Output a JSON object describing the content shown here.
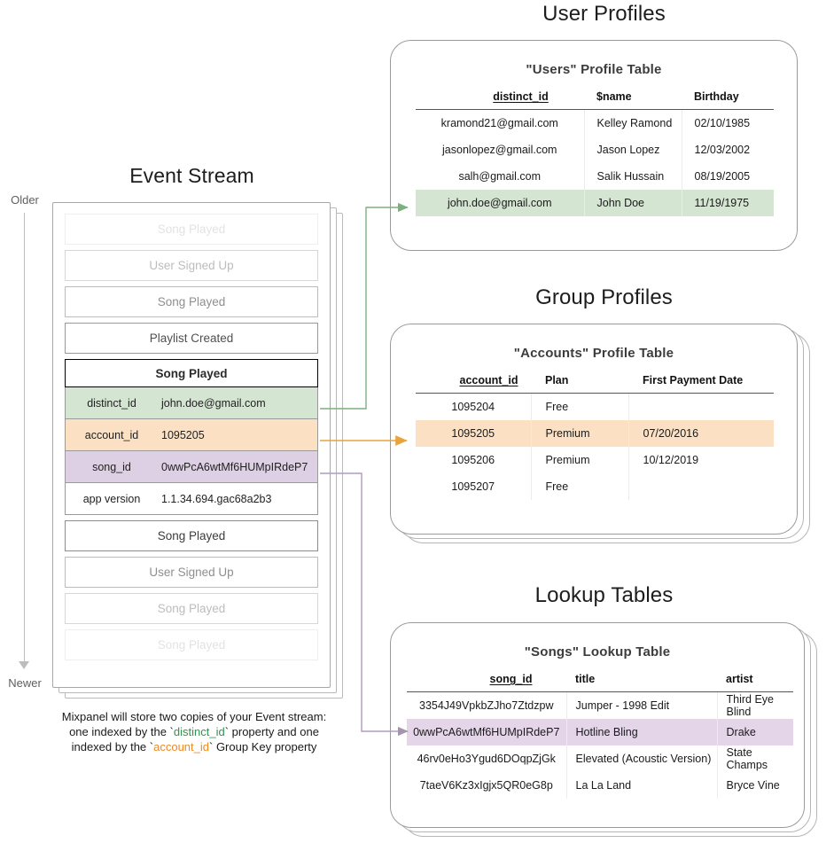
{
  "sections": {
    "user_profiles_title": "User Profiles",
    "group_profiles_title": "Group Profiles",
    "lookup_tables_title": "Lookup Tables",
    "event_stream_title": "Event Stream"
  },
  "time_axis": {
    "older_label": "Older",
    "newer_label": "Newer"
  },
  "event_stream": {
    "rows_above": [
      {
        "label": "Song Played",
        "fade": "fade-1"
      },
      {
        "label": "User Signed Up",
        "fade": "fade-2"
      },
      {
        "label": "Song Played",
        "fade": "fade-3"
      },
      {
        "label": "Playlist Created",
        "fade": "fade-4"
      }
    ],
    "expanded_event": {
      "name": "Song Played",
      "properties": [
        {
          "key": "distinct_id",
          "value": "john.doe@gmail.com",
          "highlight": "hl-green"
        },
        {
          "key": "account_id",
          "value": "1095205",
          "highlight": "hl-orange"
        },
        {
          "key": "song_id",
          "value": "0wwPcA6wtMf6HUMpIRdeP7",
          "highlight": "hl-purple"
        },
        {
          "key": "app version",
          "value": "1.1.34.694.gac68a2b3",
          "highlight": "plain"
        }
      ]
    },
    "rows_below": [
      {
        "label": "Song Played",
        "fade": "fade-5"
      },
      {
        "label": "User Signed Up",
        "fade": "fade-3"
      },
      {
        "label": "Song Played",
        "fade": "fade-2"
      },
      {
        "label": "Song Played",
        "fade": "fade-1"
      }
    ],
    "caption": {
      "line1": "Mixpanel will store two copies of your Event stream:",
      "line2_pre": "one indexed by the `",
      "line2_token": "distinct_id",
      "line2_post": "` property and one",
      "line3_pre": "indexed by the `",
      "line3_token": "account_id",
      "line3_post": "` Group Key property"
    }
  },
  "users_table": {
    "title": "\"Users\" Profile Table",
    "columns": [
      "distinct_id",
      "$name",
      "Birthday"
    ],
    "rows": [
      {
        "cells": [
          "kramond21@gmail.com",
          "Kelley Ramond",
          "02/10/1985"
        ],
        "highlight": ""
      },
      {
        "cells": [
          "jasonlopez@gmail.com",
          "Jason Lopez",
          "12/03/2002"
        ],
        "highlight": ""
      },
      {
        "cells": [
          "salh@gmail.com",
          "Salik Hussain",
          "08/19/2005"
        ],
        "highlight": ""
      },
      {
        "cells": [
          "john.doe@gmail.com",
          "John Doe",
          "11/19/1975"
        ],
        "highlight": "row-hl-green"
      }
    ]
  },
  "accounts_table": {
    "title": "\"Accounts\" Profile Table",
    "columns": [
      "account_id",
      "Plan",
      "First Payment Date"
    ],
    "rows": [
      {
        "cells": [
          "1095204",
          "Free",
          ""
        ],
        "highlight": ""
      },
      {
        "cells": [
          "1095205",
          "Premium",
          "07/20/2016"
        ],
        "highlight": "row-hl-orange"
      },
      {
        "cells": [
          "1095206",
          "Premium",
          "10/12/2019"
        ],
        "highlight": ""
      },
      {
        "cells": [
          "1095207",
          "Free",
          ""
        ],
        "highlight": ""
      }
    ]
  },
  "songs_table": {
    "title": "\"Songs\" Lookup Table",
    "columns": [
      "song_id",
      "title",
      "artist"
    ],
    "rows": [
      {
        "cells": [
          "3354J49VpkbZJho7Ztdzpw",
          "Jumper - 1998 Edit",
          "Third Eye Blind"
        ],
        "highlight": ""
      },
      {
        "cells": [
          "0wwPcA6wtMf6HUMpIRdeP7",
          "Hotline Bling",
          "Drake"
        ],
        "highlight": "row-hl-purple"
      },
      {
        "cells": [
          "46rv0eHo3Ygud6DOqpZjGk",
          "Elevated (Acoustic Version)",
          "State Champs"
        ],
        "highlight": ""
      },
      {
        "cells": [
          "7taeV6Kz3xIgjx5QR0eG8p",
          "La La Land",
          "Bryce Vine"
        ],
        "highlight": ""
      }
    ]
  },
  "colors": {
    "green_highlight": "#d4e6d2",
    "orange_highlight": "#fbe0c4",
    "purple_highlight": "#e4d6e8",
    "green_connector": "#7cb07c",
    "orange_connector": "#e8a33d",
    "purple_connector": "#b49ac0",
    "panel_border": "#9a9a9a",
    "axis_gray": "#bdbdbd"
  }
}
